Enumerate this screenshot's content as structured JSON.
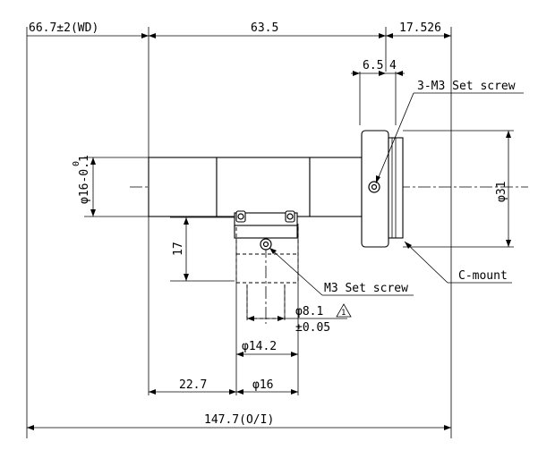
{
  "drawing": {
    "dimensions": {
      "working_distance": "66.7±2(WD)",
      "body_length": "63.5",
      "mount_length": "17.526",
      "flange_a": "6.5",
      "flange_b": "4",
      "body_diameter": "φ16-0.1",
      "body_diameter_upper_tol": "0",
      "mount_diameter": "φ31",
      "port_offset": "17",
      "port_position": "22.7",
      "port_outer_diameter": "φ16",
      "port_mid_diameter": "φ14.2",
      "port_inner_diameter": "φ8.1",
      "port_inner_tolerance": "±0.05",
      "overall_length": "147.7(O/I)",
      "note_marker": "1"
    },
    "callouts": {
      "set_screw_3m3": "3-M3 Set screw",
      "set_screw_m3": "M3 Set screw",
      "c_mount": "C-mount"
    }
  }
}
